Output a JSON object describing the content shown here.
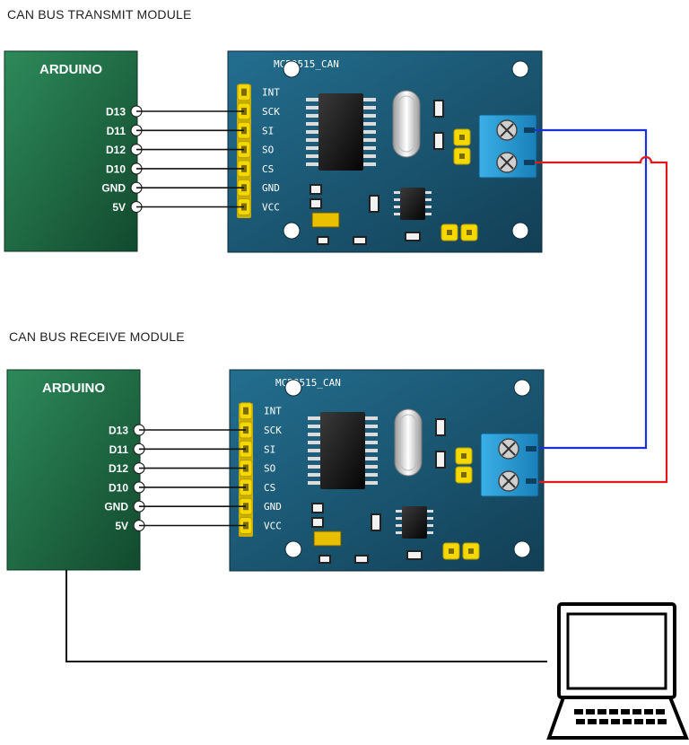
{
  "transmit": {
    "title": "CAN BUS TRANSMIT MODULE",
    "arduino_label": "ARDUINO",
    "module_label": "MCP2515_CAN",
    "arduino_pins": [
      "D13",
      "D11",
      "D12",
      "D10",
      "GND",
      "5V"
    ],
    "header_pins": [
      "INT",
      "SCK",
      "SI",
      "SO",
      "CS",
      "GND",
      "VCC"
    ]
  },
  "receive": {
    "title": "CAN BUS RECEIVE MODULE",
    "arduino_label": "ARDUINO",
    "module_label": "MCP2515_CAN",
    "arduino_pins": [
      "D13",
      "D11",
      "D12",
      "D10",
      "GND",
      "5V"
    ],
    "header_pins": [
      "INT",
      "SCK",
      "SI",
      "SO",
      "CS",
      "GND",
      "VCC"
    ]
  },
  "colors": {
    "arduino_board": "#1d6b45",
    "can_board": "#1b5a76",
    "header_yellow": "#f5d800",
    "terminal_blue": "#2a9fd8",
    "can_high_wire": "#1a2fd6",
    "can_low_wire": "#e01a1a"
  },
  "icons": {
    "computer": "laptop-icon"
  }
}
